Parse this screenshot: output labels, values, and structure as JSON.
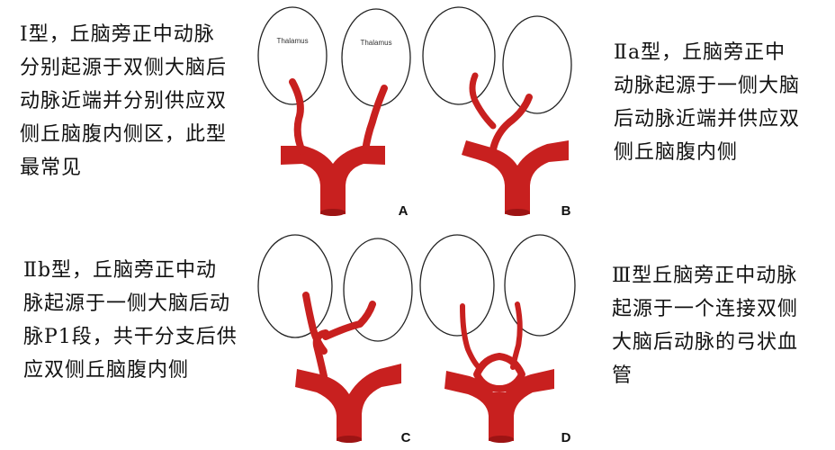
{
  "descriptions": {
    "type_i": "Ⅰ型，丘脑旁正中动脉\n分别起源于双侧大脑后\n动脉近端并分别供应双\n侧丘脑腹内侧区，此型\n最常见",
    "type_iia": "Ⅱa型，丘脑旁正中\n动脉起源于一侧大脑\n后动脉近端并供应双\n侧丘脑腹内侧",
    "type_iib": "Ⅱb型，丘脑旁正中动\n脉起源于一侧大脑后动\n脉P1段，共干分支后供\n应双侧丘脑腹内侧",
    "type_iii": "Ⅲ型丘脑旁正中动脉\n起源于一个连接双侧\n大脑后动脉的弓状血\n管"
  },
  "panels": {
    "a_label": "A",
    "b_label": "B",
    "c_label": "C",
    "d_label": "D",
    "thalamus_left": "Thalamus",
    "thalamus_right": "Thalamus"
  },
  "colors": {
    "vessel": "#c8201f",
    "vessel_shadow": "#9d1414",
    "outline": "#222222"
  }
}
